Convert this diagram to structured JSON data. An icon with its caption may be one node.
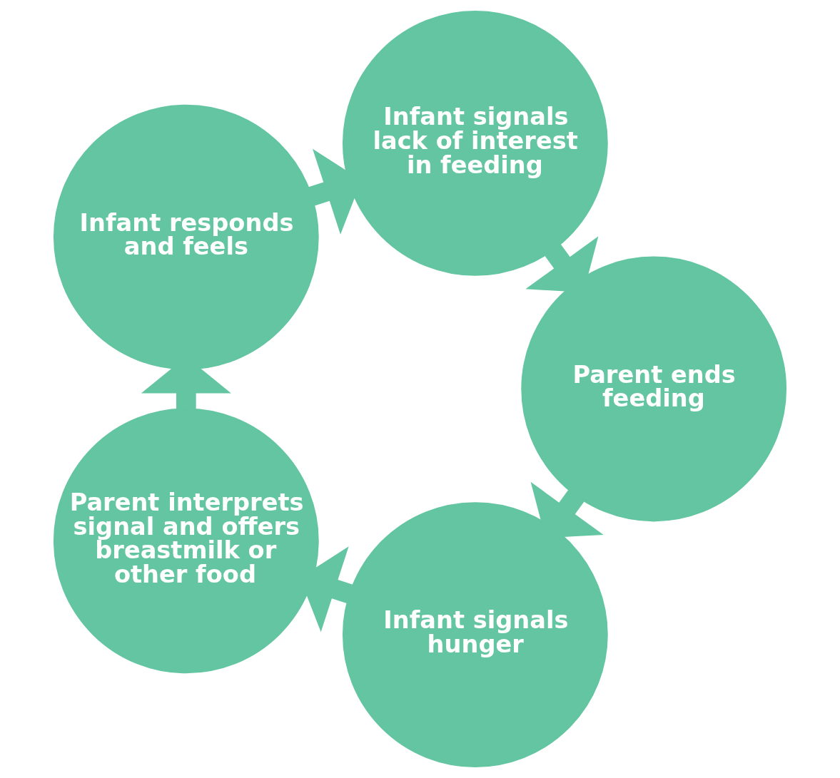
{
  "diagram": {
    "nodes": [
      {
        "text": [
          "Infant signals hunger"
        ]
      },
      {
        "text": [
          "Parent interprets signal and offers breastmilk or other food"
        ]
      },
      {
        "text": [
          "Infant responds and feels"
        ]
      },
      {
        "text": [
          "Infant signals lack of interest in feeding"
        ]
      },
      {
        "text": [
          "Parent ends feeding"
        ]
      }
    ],
    "edges": [
      {
        "from": 0,
        "to": 1,
        "arrow": "to"
      },
      {
        "from": 1,
        "to": 2,
        "arrow": "to"
      },
      {
        "from": 2,
        "to": 3,
        "arrow": "to"
      },
      {
        "from": 3,
        "to": 4,
        "arrow": "to"
      },
      {
        "from": 4,
        "to": 0,
        "arrow": "to"
      }
    ]
  }
}
